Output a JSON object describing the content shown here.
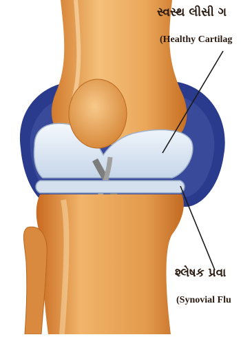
{
  "labels": {
    "cartilage_gujarati": "સ્વસ્થ લીસી ગ",
    "cartilage_english": "(Healthy Cartilag",
    "synovial_gujarati": "શ્લેષક પ્રવા",
    "synovial_english": "(Synovial Flu"
  },
  "colors": {
    "bone": "#e69a4a",
    "bone_dark": "#c4691f",
    "cartilage": "#dde8f4",
    "capsule": "#2a3a8c",
    "ligament": "#8a8a8a"
  }
}
